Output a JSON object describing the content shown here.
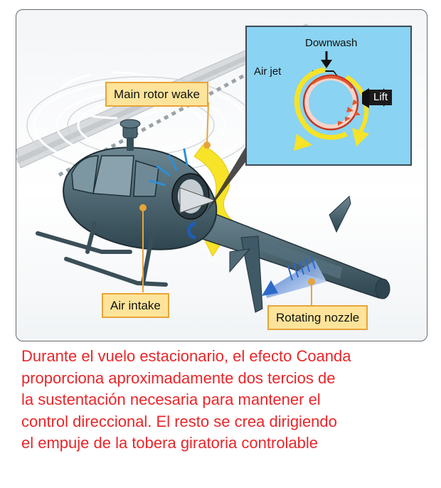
{
  "labels": {
    "main_rotor_wake": "Main rotor wake",
    "air_intake": "Air intake",
    "rotating_nozzle": "Rotating nozzle"
  },
  "inset": {
    "downwash": "Downwash",
    "air_jet": "Air jet",
    "lift": "Lift"
  },
  "caption": [
    "Durante el vuelo estacionario, el efecto Coanda",
    "proporciona aproximadamente dos tercios de",
    "la sustentación necesaria para mantener el",
    "control direccional. El resto se crea dirigiendo",
    "el empuje de la tobera giratoria controlable"
  ],
  "colors": {
    "callout_fill": "#fde49a",
    "callout_border": "#e8a33a",
    "caption_text": "#e8262a",
    "inset_background": "#8ad3f2",
    "airflow_yellow": "#f7e327",
    "fuselage": "#3f5966"
  }
}
